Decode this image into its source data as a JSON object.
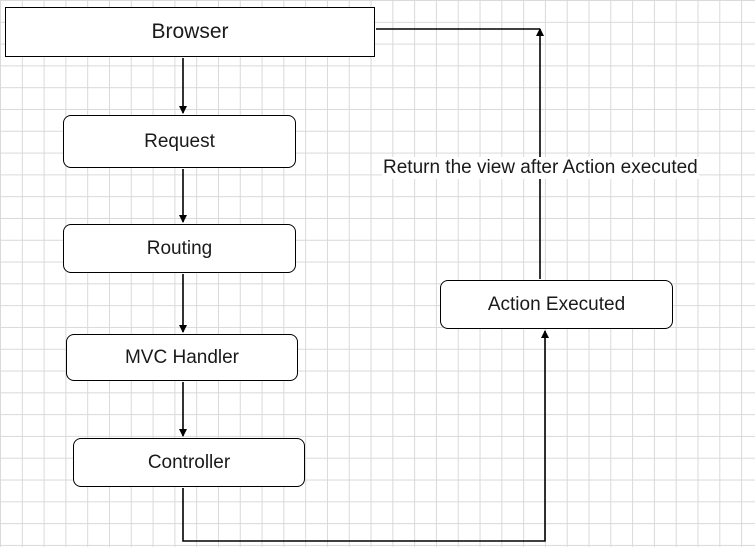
{
  "diagram": {
    "nodes": {
      "browser": "Browser",
      "request": "Request",
      "routing": "Routing",
      "mvc_handler": "MVC Handler",
      "controller": "Controller",
      "action_executed": "Action Executed"
    },
    "return_label": "Return the view after Action executed",
    "edges": [
      {
        "from": "browser",
        "to": "request"
      },
      {
        "from": "request",
        "to": "routing"
      },
      {
        "from": "routing",
        "to": "mvc_handler"
      },
      {
        "from": "mvc_handler",
        "to": "controller"
      },
      {
        "from": "controller",
        "to": "action_executed"
      },
      {
        "from": "action_executed",
        "to": "browser",
        "label": "Return the view after Action executed"
      }
    ]
  }
}
